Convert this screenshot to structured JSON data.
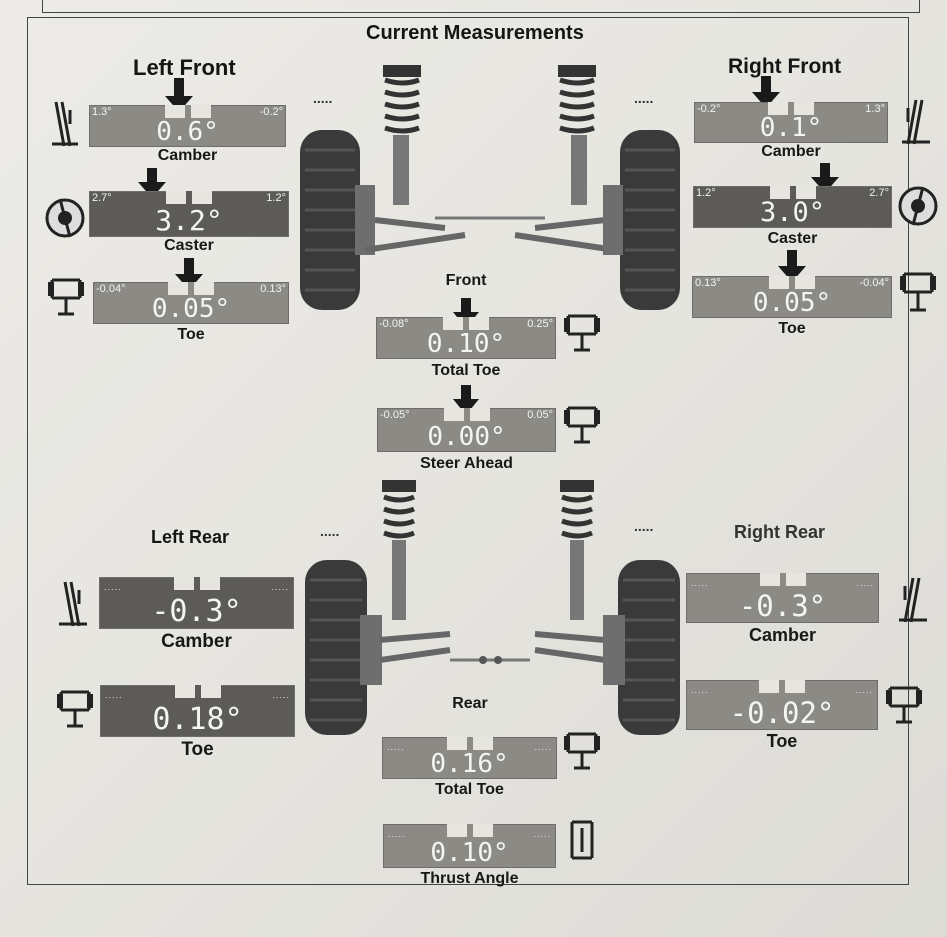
{
  "page": {
    "title": "Current Measurements",
    "front_label": "Front",
    "rear_label": "Rear",
    "dotted": "....."
  },
  "left_front": {
    "heading": "Left Front",
    "camber": {
      "label": "Camber",
      "min": "1.3°",
      "max": "-0.2°",
      "value": "0.6°"
    },
    "caster": {
      "label": "Caster",
      "min": "2.7°",
      "max": "1.2°",
      "value": "3.2°"
    },
    "toe": {
      "label": "Toe",
      "min": "-0.04°",
      "max": "0.13°",
      "value": "0.05°"
    }
  },
  "right_front": {
    "heading": "Right Front",
    "camber": {
      "label": "Camber",
      "min": "-0.2°",
      "max": "1.3°",
      "value": "0.1°"
    },
    "caster": {
      "label": "Caster",
      "min": "1.2°",
      "max": "2.7°",
      "value": "3.0°"
    },
    "toe": {
      "label": "Toe",
      "min": "0.13°",
      "max": "-0.04°",
      "value": "0.05°"
    }
  },
  "front_center": {
    "total_toe": {
      "label": "Total Toe",
      "min": "-0.08°",
      "max": "0.25°",
      "value": "0.10°"
    },
    "steer_ahead": {
      "label": "Steer Ahead",
      "min": "-0.05°",
      "max": "0.05°",
      "value": "0.00°"
    }
  },
  "left_rear": {
    "heading": "Left Rear",
    "camber": {
      "label": "Camber",
      "value": "-0.3°"
    },
    "toe": {
      "label": "Toe",
      "value": "0.18°"
    }
  },
  "right_rear": {
    "heading": "Right Rear",
    "camber": {
      "label": "Camber",
      "value": "-0.3°"
    },
    "toe": {
      "label": "Toe",
      "value": "-0.02°"
    }
  },
  "rear_center": {
    "total_toe": {
      "label": "Total Toe",
      "value": "0.16°"
    },
    "thrust_angle": {
      "label": "Thrust Angle",
      "value": "0.10°"
    }
  },
  "colors": {
    "gauge": "#8c8a85",
    "gauge_dark": "#5c5b58",
    "paper": "#e9e8e4"
  }
}
